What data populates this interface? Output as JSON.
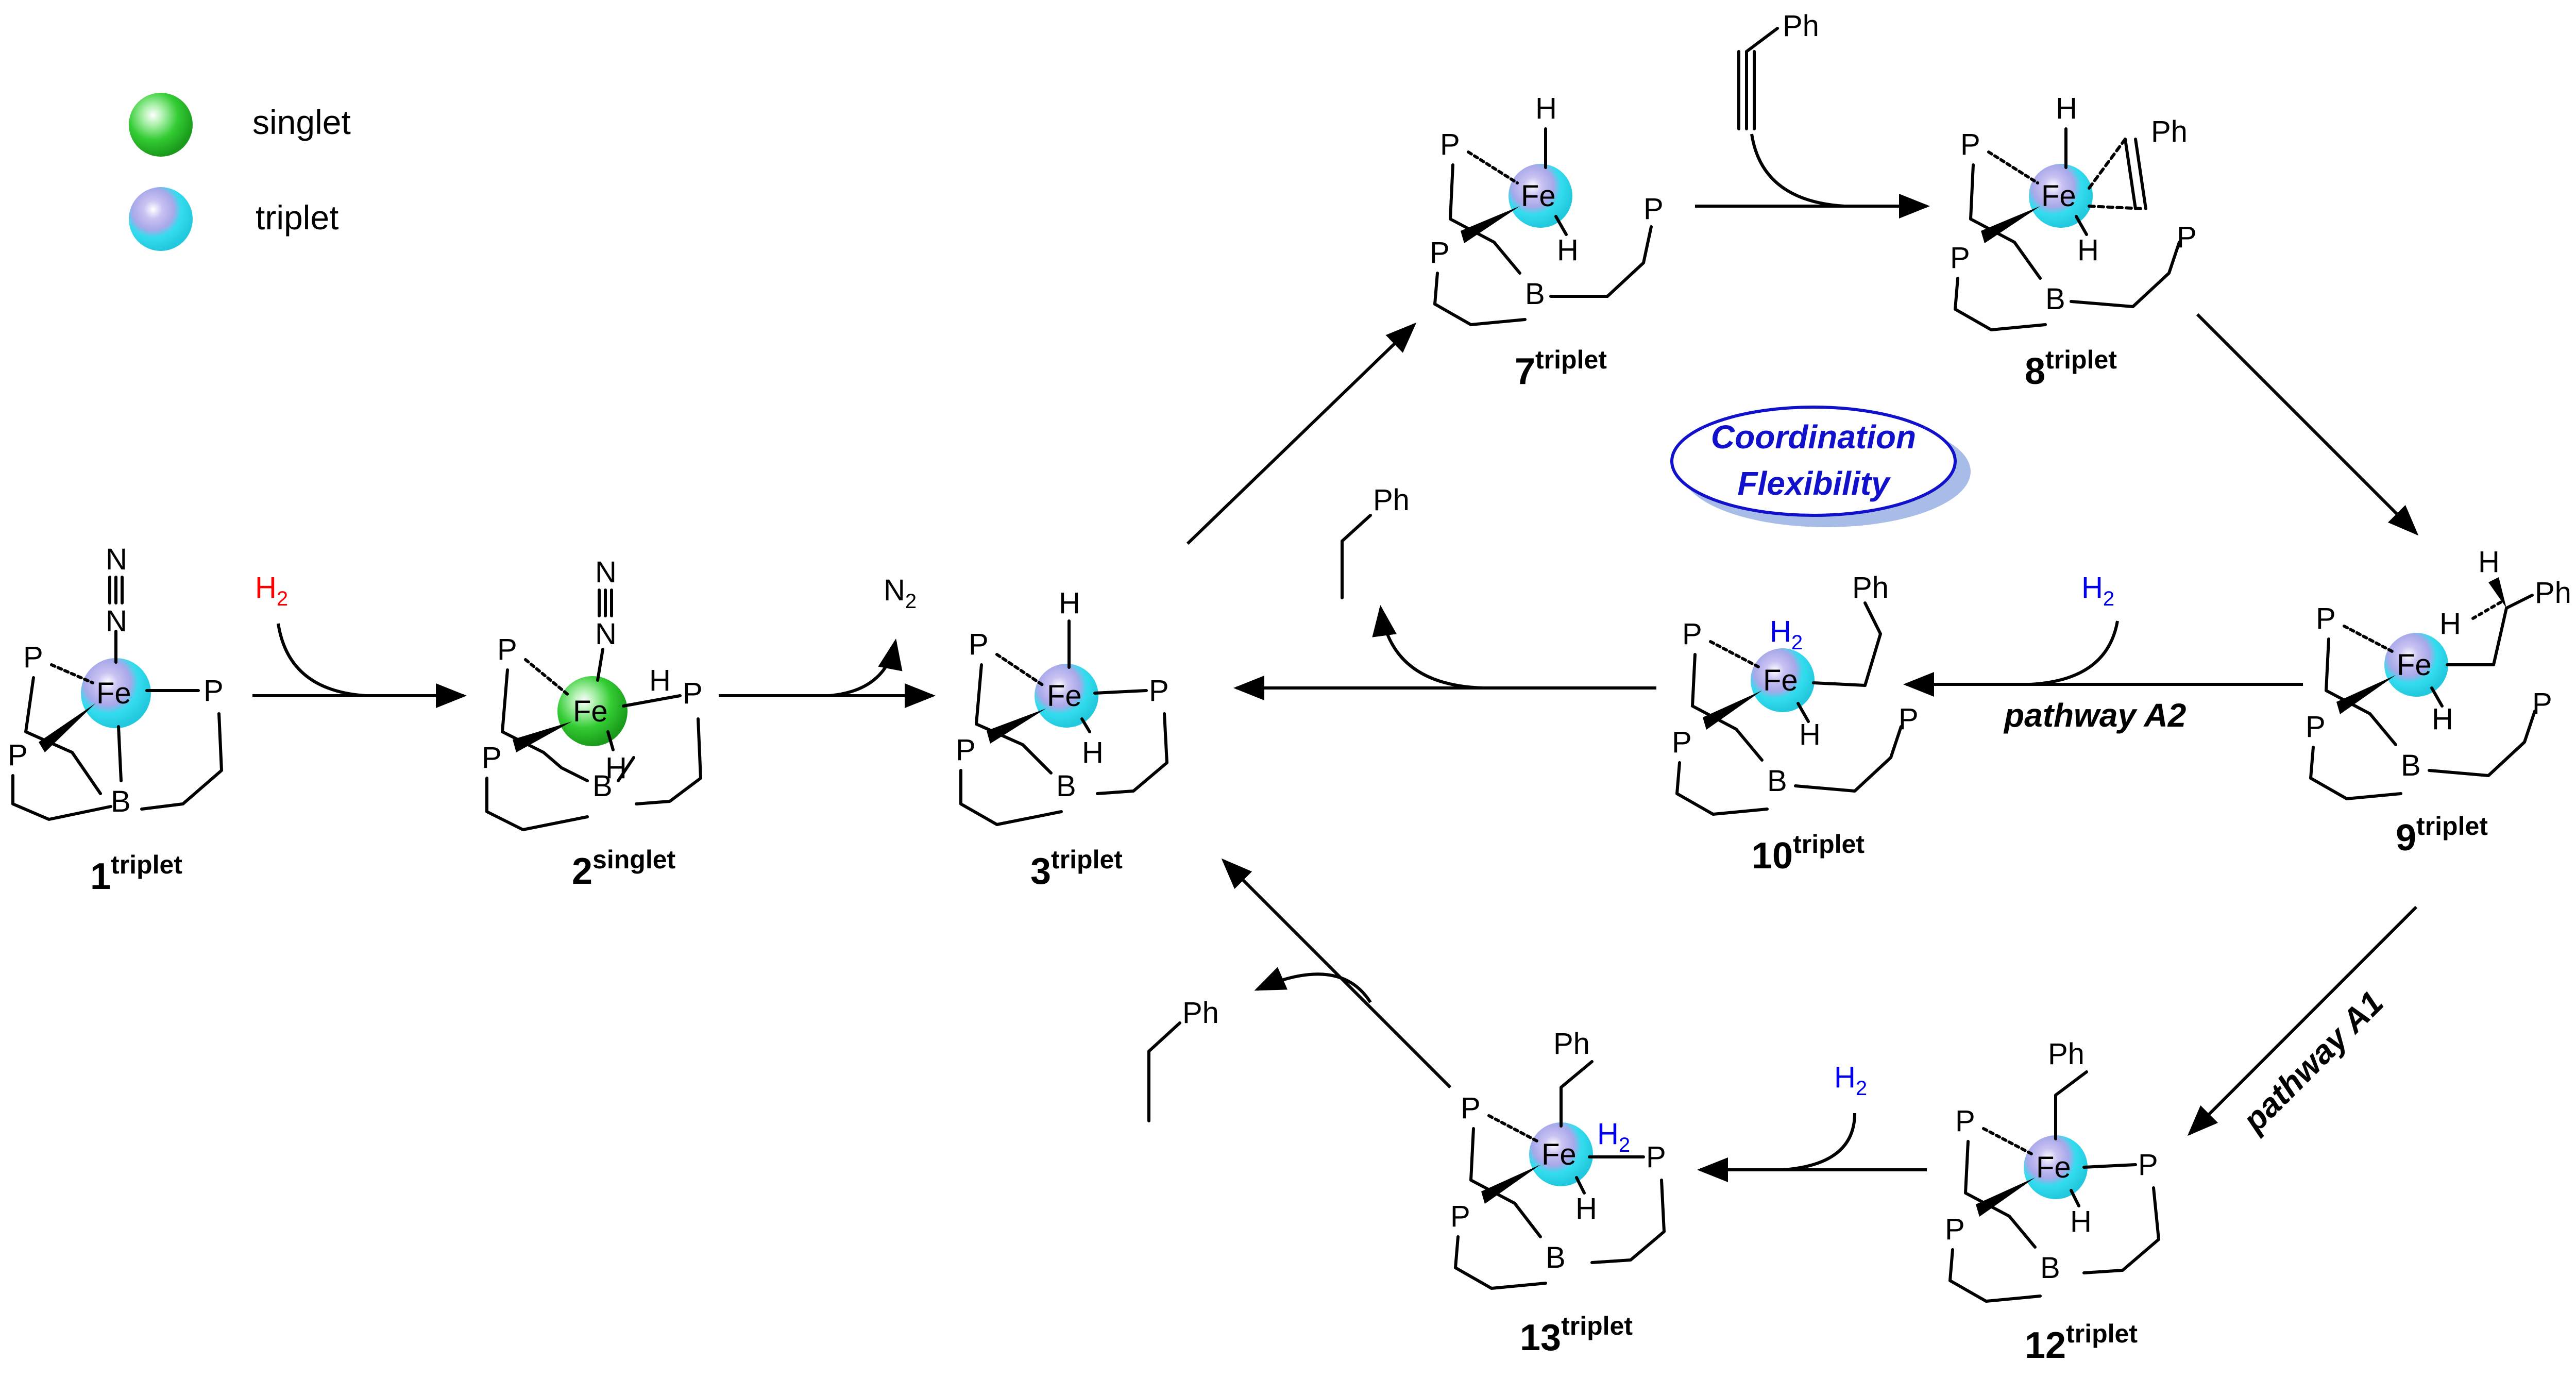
{
  "legend": {
    "singlet": "singlet",
    "triplet": "triplet"
  },
  "colors": {
    "singlet": "#22cc22",
    "triplet": "#33ddee",
    "h_red": "#ff0000",
    "h_blue": "#0000ee",
    "ellipse_text": "#1111cc"
  },
  "atoms": {
    "P": "P",
    "B": "B",
    "Fe": "Fe",
    "H": "H",
    "N": "N",
    "Ph": "Ph",
    "two": "2"
  },
  "labels": {
    "c1": {
      "num": "1",
      "spin": "triplet"
    },
    "c2": {
      "num": "2",
      "spin": "singlet"
    },
    "c3": {
      "num": "3",
      "spin": "triplet"
    },
    "c7": {
      "num": "7",
      "spin": "triplet"
    },
    "c8": {
      "num": "8",
      "spin": "triplet"
    },
    "c9": {
      "num": "9",
      "spin": "triplet"
    },
    "c10": {
      "num": "10",
      "spin": "triplet"
    },
    "c12": {
      "num": "12",
      "spin": "triplet"
    },
    "c13": {
      "num": "13",
      "spin": "triplet"
    }
  },
  "pathways": {
    "a2": "pathway A2",
    "a1": "pathway A1"
  },
  "coordination": {
    "line1": "Coordination",
    "line2": "Flexibility"
  }
}
